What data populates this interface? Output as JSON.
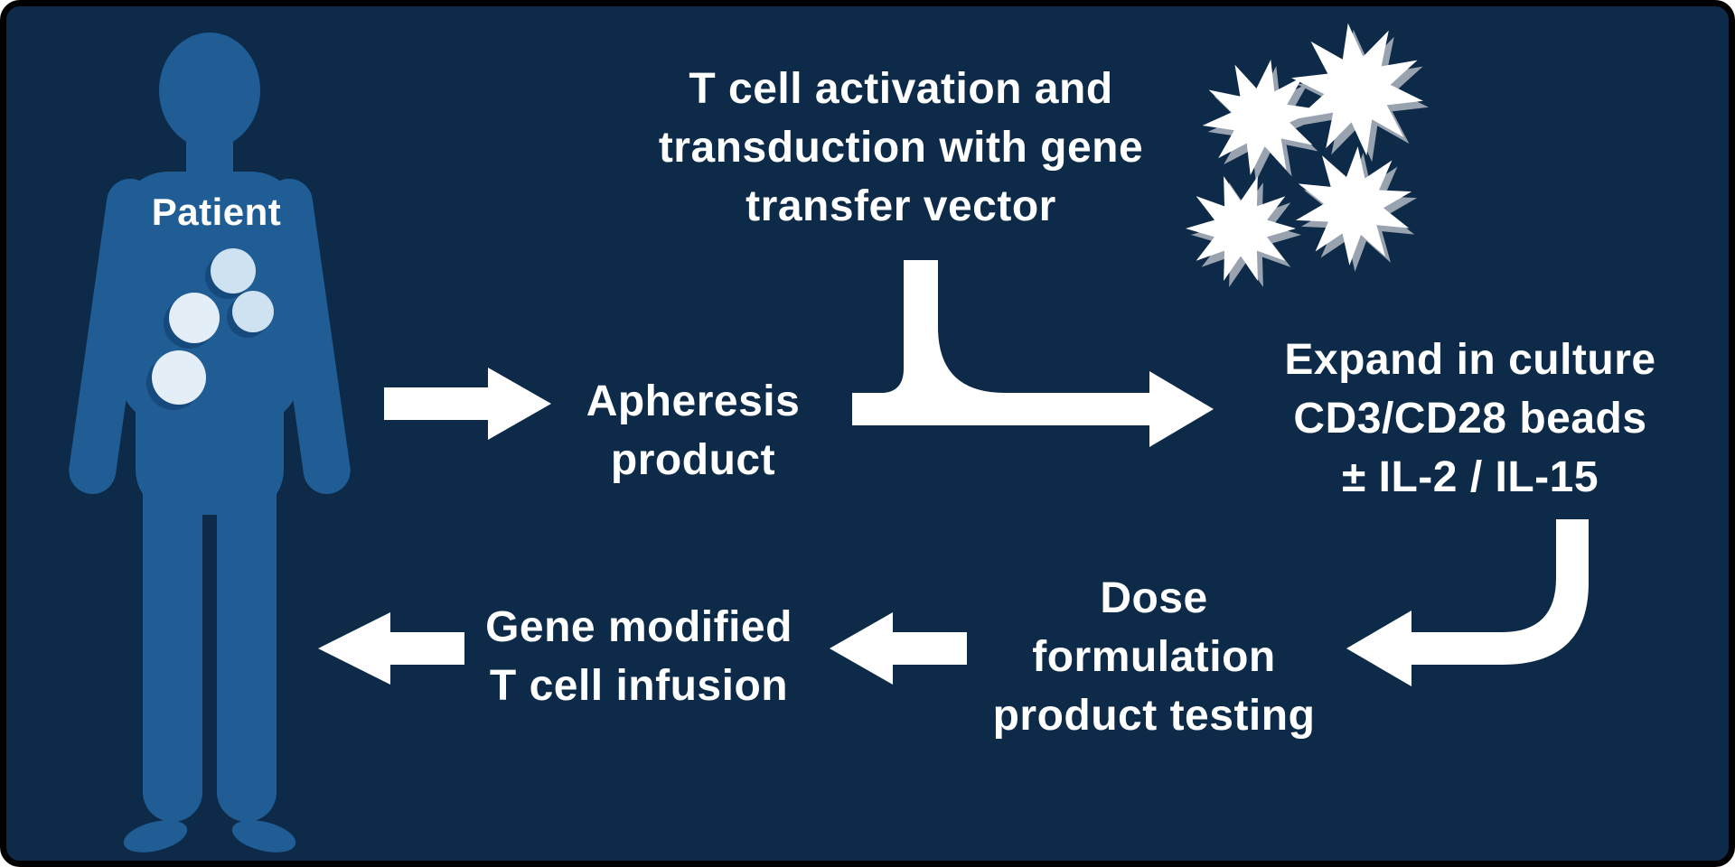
{
  "colors": {
    "background": "#0d2a49",
    "border": "#000000",
    "body_blue": "#205d95",
    "cell_light": "#e4eef7",
    "cell_dark": "#cfe2f1",
    "cell_shadow": "#174a7c",
    "text": "#ffffff",
    "arrow": "#ffffff",
    "burst": "#ffffff",
    "burst_shadow": "#98a3af"
  },
  "labels": {
    "patient": "Patient",
    "activation_line1": "T cell activation and",
    "activation_line2": "transduction with gene",
    "activation_line3": "transfer vector",
    "apheresis_line1": "Apheresis",
    "apheresis_line2": "product",
    "expand_line1": "Expand in culture",
    "expand_line2": "CD3/CD28 beads",
    "expand_line3": "± IL-2 / IL-15",
    "dose_line1": "Dose",
    "dose_line2": "formulation",
    "dose_line3": "product testing",
    "infusion_line1": "Gene modified",
    "infusion_line2": "T cell infusion"
  }
}
